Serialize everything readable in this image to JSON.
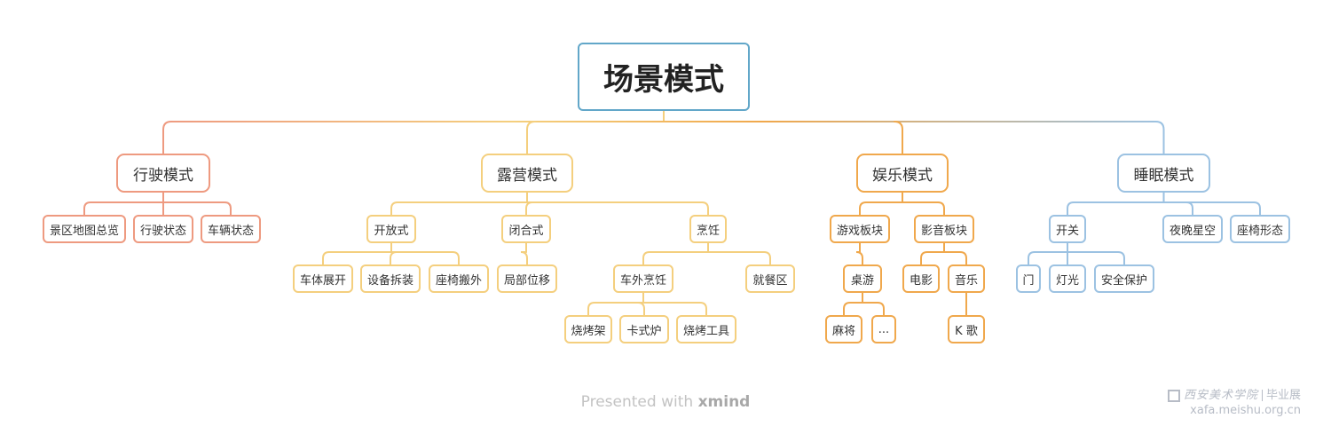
{
  "diagram": {
    "root": {
      "label": "场景模式"
    },
    "branches": [
      {
        "label": "行驶模式",
        "color": "#ee9a80",
        "children": [
          {
            "label": "景区地图总览"
          },
          {
            "label": "行驶状态"
          },
          {
            "label": "车辆状态"
          }
        ]
      },
      {
        "label": "露营模式",
        "color": "#f4cf7e",
        "children": [
          {
            "label": "开放式",
            "children": [
              {
                "label": "车体展开"
              },
              {
                "label": "设备拆装"
              },
              {
                "label": "座椅搬外"
              }
            ]
          },
          {
            "label": "闭合式",
            "children": [
              {
                "label": "局部位移"
              }
            ]
          },
          {
            "label": "烹饪",
            "children": [
              {
                "label": "车外烹饪",
                "children": [
                  {
                    "label": "烧烤架"
                  },
                  {
                    "label": "卡式炉"
                  },
                  {
                    "label": "烧烤工具"
                  }
                ]
              },
              {
                "label": "就餐区"
              }
            ]
          }
        ]
      },
      {
        "label": "娱乐模式",
        "color": "#f0a84c",
        "children": [
          {
            "label": "游戏板块",
            "children": [
              {
                "label": "桌游",
                "children": [
                  {
                    "label": "麻将"
                  },
                  {
                    "label": "..."
                  }
                ]
              }
            ]
          },
          {
            "label": "影音板块",
            "children": [
              {
                "label": "电影"
              },
              {
                "label": "音乐",
                "children": [
                  {
                    "label": "K 歌"
                  }
                ]
              }
            ]
          }
        ]
      },
      {
        "label": "睡眠模式",
        "color": "#9cc2e2",
        "children": [
          {
            "label": "开关",
            "children": [
              {
                "label": "门"
              },
              {
                "label": "灯光"
              },
              {
                "label": "安全保护"
              }
            ]
          },
          {
            "label": "夜晚星空"
          },
          {
            "label": "座椅形态"
          }
        ]
      }
    ]
  },
  "footer": {
    "prefix": "Presented with ",
    "brand": "xmind"
  },
  "watermark": {
    "school": "西安美术学院",
    "suffix": "毕业展",
    "url": "xafa.meishu.org.cn"
  }
}
